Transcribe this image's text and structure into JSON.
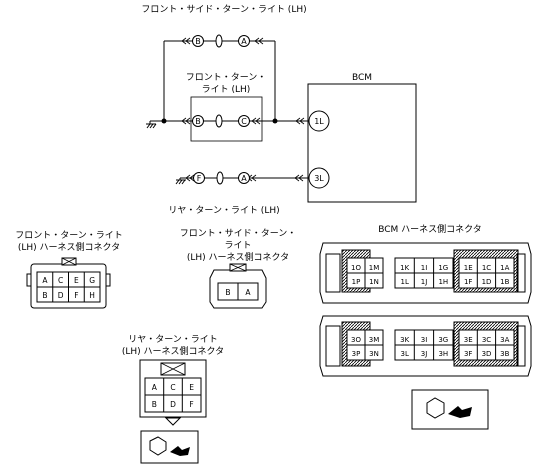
{
  "titles": {
    "front_side_turn_top": "フロント・サイド・ターン・ライト (LH)",
    "front_turn_line1": "フロント・ターン・",
    "front_turn_line2": "ライト (LH)",
    "bcm": "BCM",
    "rear_turn": "リヤ・ターン・ライト (LH)"
  },
  "circuit": {
    "front_side_pins": [
      "B",
      "A"
    ],
    "front_turn_pins": [
      "B",
      "C"
    ],
    "rear_turn_pins": [
      "F",
      "A"
    ],
    "bcm_terminals": [
      "1L",
      "3L"
    ]
  },
  "connectors": {
    "front_turn": {
      "title_line1": "フロント・ターン・ライト",
      "title_line2": "(LH) ハーネス側コネクタ",
      "row1": [
        "A",
        "C",
        "E",
        "G"
      ],
      "row2": [
        "B",
        "D",
        "F",
        "H"
      ]
    },
    "front_side": {
      "title_line1": "フロント・サイド・ターン・",
      "title_line2": "ライト",
      "title_line3": "(LH) ハーネス側コネクタ",
      "pins": [
        "B",
        "A"
      ]
    },
    "rear_turn": {
      "title_line1": "リヤ・ターン・ライト",
      "title_line2": "(LH) ハーネス側コネクタ",
      "row1": [
        "A",
        "C",
        "E"
      ],
      "row2": [
        "B",
        "D",
        "F"
      ]
    },
    "bcm": {
      "title": "BCM ハーネス側コネクタ",
      "c1": {
        "left_row1": [
          "1O",
          "1M"
        ],
        "left_row2": [
          "1P",
          "1N"
        ],
        "mid_row1": [
          "1K",
          "1I",
          "1G"
        ],
        "mid_row2": [
          "1L",
          "1J",
          "1H"
        ],
        "right_row1": [
          "1E",
          "1C",
          "1A"
        ],
        "right_row2": [
          "1F",
          "1D",
          "1B"
        ]
      },
      "c3": {
        "left_row1": [
          "3O",
          "3M"
        ],
        "left_row2": [
          "3P",
          "3N"
        ],
        "mid_row1": [
          "3K",
          "3I",
          "3G"
        ],
        "mid_row2": [
          "3L",
          "3J",
          "3H"
        ],
        "right_row1": [
          "3E",
          "3C",
          "3A"
        ],
        "right_row2": [
          "3F",
          "3D",
          "3B"
        ]
      }
    }
  }
}
